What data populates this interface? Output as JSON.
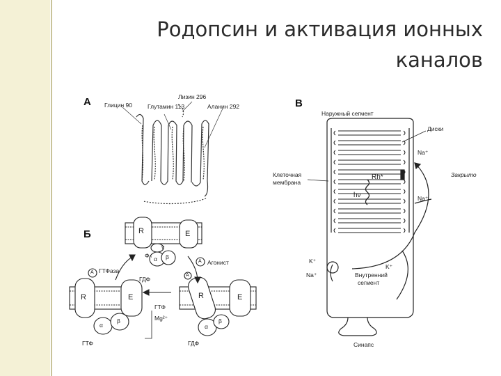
{
  "slide": {
    "title_line1": "Родопсин и активация",
    "title_line2": "ионных",
    "title_line3": "каналов"
  },
  "panel_a": {
    "letter": "А",
    "labels": {
      "glycine": "Глицин 90",
      "glutamine": "Глутамин 113",
      "lysine": "Лизин 296",
      "alanine": "Аланин 292"
    }
  },
  "panel_b": {
    "letter": "Б",
    "labels": {
      "R_top": "R",
      "E_top": "E",
      "phi": "Фₙ",
      "alpha_top": "α",
      "beta_top": "β",
      "gamma_top": "γ",
      "agonist": "Агонист",
      "A_circle_right": "A",
      "A_circle_left": "A",
      "gtpase": "ГТФаза",
      "gdp_mid": "ГДФ",
      "R_left": "R",
      "E_left": "E",
      "alpha_left": "α",
      "beta_left": "β",
      "gtp_mid": "ГТФ",
      "mg": "Mg²⁺",
      "A_small": "A",
      "R_right": "R",
      "E_right": "E",
      "alpha_right": "α",
      "beta_right": "β",
      "gtp_bottom": "ГТФ",
      "gdp_bottom": "ГДФ"
    }
  },
  "panel_c": {
    "letter": "В",
    "labels": {
      "outer_segment": "Наружный сегмент",
      "disks": "Диски",
      "na_top": "Na⁺",
      "closed": "Закрыто",
      "cell_membrane_1": "Клеточная",
      "cell_membrane_2": "мембрана",
      "rh": "Rh*",
      "hv": "hν",
      "na_mid": "Na⁺",
      "k_left": "K⁺",
      "na_left": "Na⁺",
      "k_right": "K⁺",
      "inner_segment_1": "Внутренний",
      "inner_segment_2": "сегмент",
      "synapse": "Синапс"
    }
  }
}
